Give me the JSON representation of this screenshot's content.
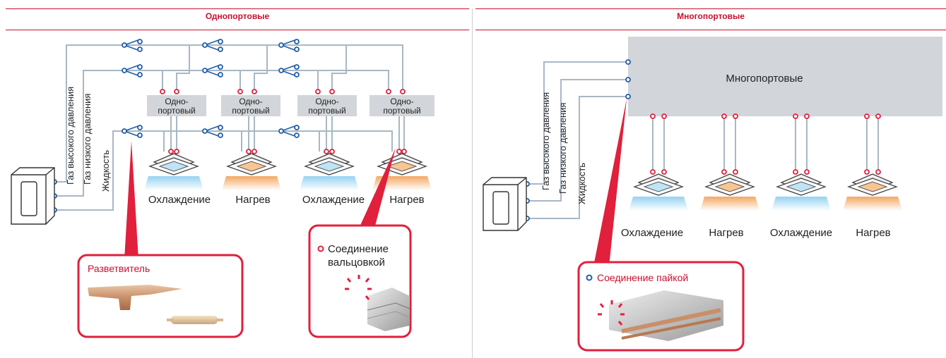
{
  "colors": {
    "accent": "#c8102e",
    "pipe": "#a9b7c3",
    "port_blue": "#1f5ea8",
    "box_gray": "#d2d5d9",
    "cool": "#8fd0f0",
    "heat": "#f4a25a"
  },
  "left": {
    "header": "Однопортовые",
    "pipe_labels": [
      "Газ высокого давления",
      "Газ низкого давления",
      "Жидкость"
    ],
    "box_label_1": "Одно-",
    "box_label_2": "портовый",
    "modes": [
      "Охлаждение",
      "Нагрев",
      "Охлаждение",
      "Нагрев"
    ],
    "mode_kinds": [
      "cool",
      "heat",
      "cool",
      "heat"
    ],
    "callout_branch": "Разветвитель",
    "callout_flare_1": "Соединение",
    "callout_flare_2": "вальцовкой"
  },
  "right": {
    "header": "Многопортовые",
    "box_label": "Многопортовые",
    "pipe_labels": [
      "Газ высокого давления",
      "Газ низкого давления",
      "Жидкость"
    ],
    "modes": [
      "Охлаждение",
      "Нагрев",
      "Охлаждение",
      "Нагрев"
    ],
    "mode_kinds": [
      "cool",
      "heat",
      "cool",
      "heat"
    ],
    "callout_brazed": "Соединение пайкой"
  }
}
